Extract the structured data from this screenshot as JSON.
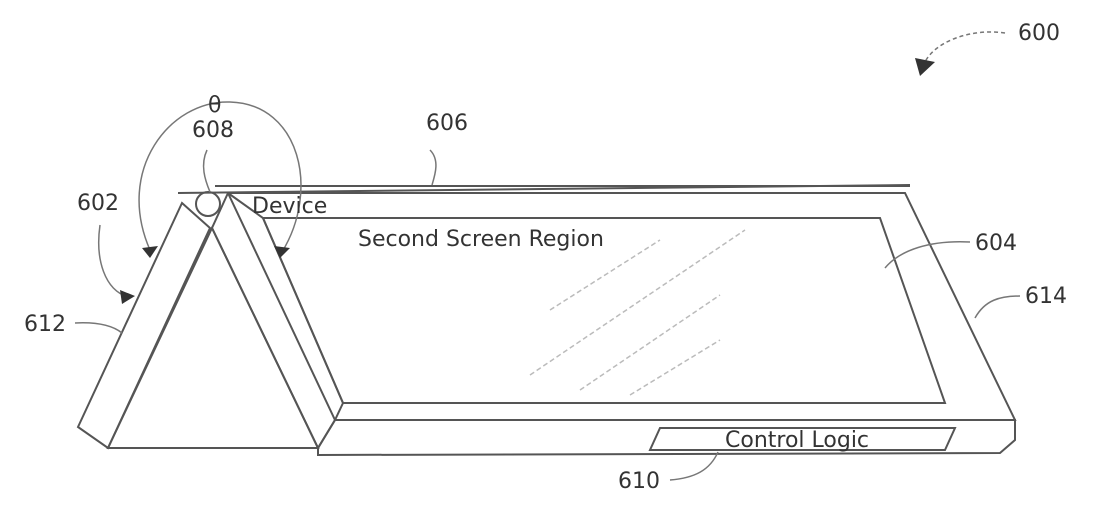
{
  "figure": {
    "ref_number": "600",
    "angle_label": "θ",
    "labels": {
      "first_panel": "602",
      "second_screen": "604",
      "top_edge": "606",
      "hinge": "608",
      "control_logic_ref": "610",
      "first_panel_edge": "612",
      "device_edge": "614"
    },
    "text": {
      "device": "Device",
      "second_screen_region": "Second Screen Region",
      "control_logic": "Control Logic"
    }
  }
}
